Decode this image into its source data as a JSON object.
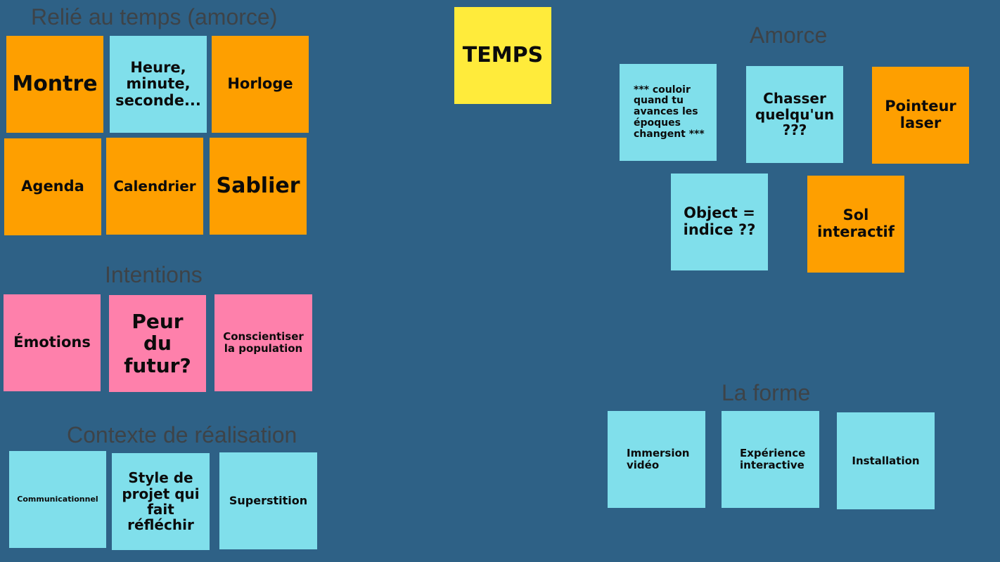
{
  "colors": {
    "background": "#2e6186",
    "heading_text": "#3d4348",
    "sticky_orange": "#fe9f00",
    "sticky_blue": "#80dfeb",
    "sticky_pink": "#fe80ab",
    "sticky_yellow": "#ffeb3b"
  },
  "center_note": {
    "text": "TEMPS"
  },
  "sections": {
    "relie": {
      "title": "Relié au temps (amorce)",
      "notes": [
        "Montre",
        "Heure, minute, seconde...",
        "Horloge",
        "Agenda",
        "Calendrier",
        "Sablier"
      ]
    },
    "intentions": {
      "title": "Intentions",
      "notes": [
        "Émotions",
        "Peur du futur?",
        "Conscientiser la population"
      ]
    },
    "contexte": {
      "title": "Contexte de réalisation",
      "notes": [
        "Communicationnel",
        "Style de projet qui fait réfléchir",
        "Superstition"
      ]
    },
    "amorce": {
      "title": "Amorce",
      "notes": [
        "*** couloir quand tu avances les époques changent ***",
        "Chasser quelqu'un ???",
        "Pointeur laser",
        "Object = indice ??",
        "Sol interactif"
      ]
    },
    "forme": {
      "title": "La forme",
      "notes": [
        "Immersion vidéo",
        "Expérience interactive",
        "Installation"
      ]
    }
  }
}
